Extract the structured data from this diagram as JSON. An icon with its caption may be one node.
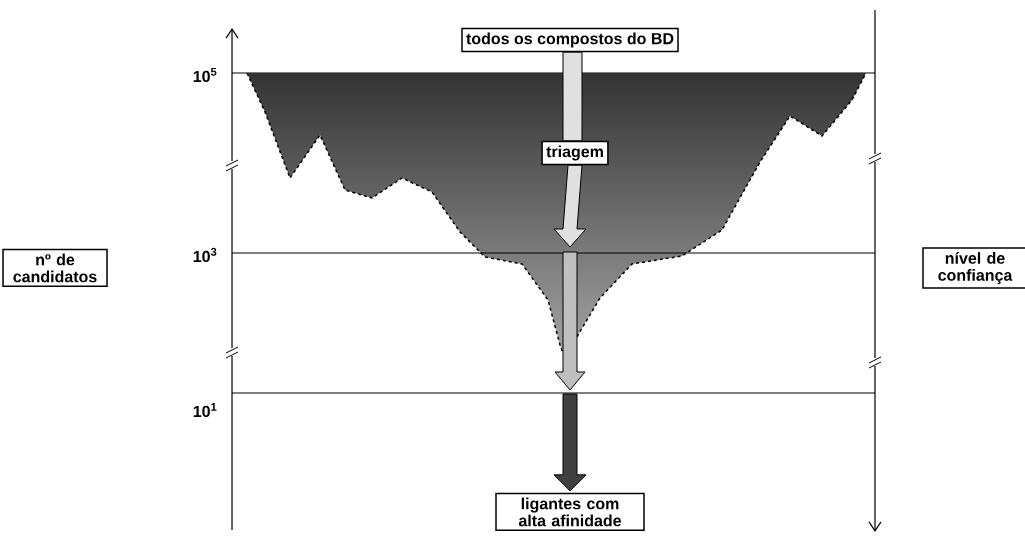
{
  "diagram": {
    "nodes": [
      {
        "text": [
          "todos os compostos do BD"
        ]
      },
      {
        "text": [
          "triagem"
        ]
      },
      {
        "text": [
          "nº de candidatos"
        ]
      },
      {
        "text": [
          "nível de confiança"
        ]
      },
      {
        "text": [
          "ligantes com alta afinidade"
        ]
      }
    ],
    "edges": [
      {
        "from": 0,
        "to": 1,
        "arrow": "none"
      },
      {
        "from": 1,
        "to": null,
        "arrow": "to"
      },
      {
        "from": null,
        "to": 4,
        "arrow": "to"
      }
    ],
    "labels": [
      "10$^{5}$",
      "10$^{3}$",
      "10$^{1}$"
    ]
  }
}
